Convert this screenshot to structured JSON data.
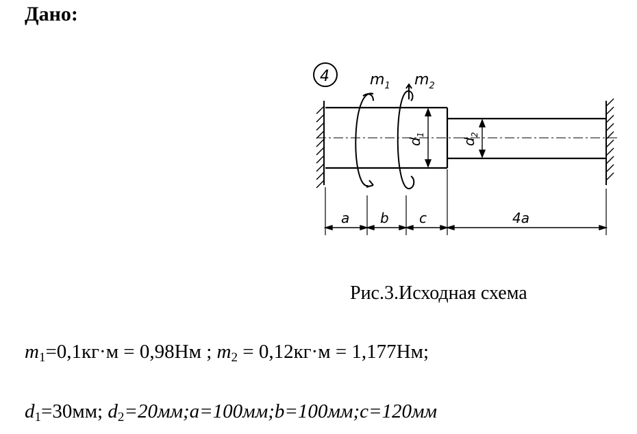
{
  "heading": "Дано:",
  "figure": {
    "number": "4",
    "moments": [
      "m",
      "m"
    ],
    "moment_subs": [
      "1",
      "2"
    ],
    "diameters": [
      "d",
      "d"
    ],
    "diameter_subs": [
      "1",
      "2"
    ],
    "dimensions": [
      "a",
      "b",
      "c",
      "4a"
    ]
  },
  "caption": "Рис.3.Исходная схема",
  "given_line1": {
    "m1_symbol": "m",
    "m1_sub": "1",
    "m1_text": "=0,1кг·м = 0,98Нм ; ",
    "m2_symbol": "m",
    "m2_sub": "2",
    "m2_text": " = 0,12кг·м = 1,177Нм;"
  },
  "given_line2": {
    "d1_symbol": "d",
    "d1_sub": "1",
    "d1_text": "=30мм; ",
    "d2_symbol": "d",
    "d2_sub": "2",
    "rest": "=20мм;a=100мм;b=100мм;c=120мм"
  }
}
